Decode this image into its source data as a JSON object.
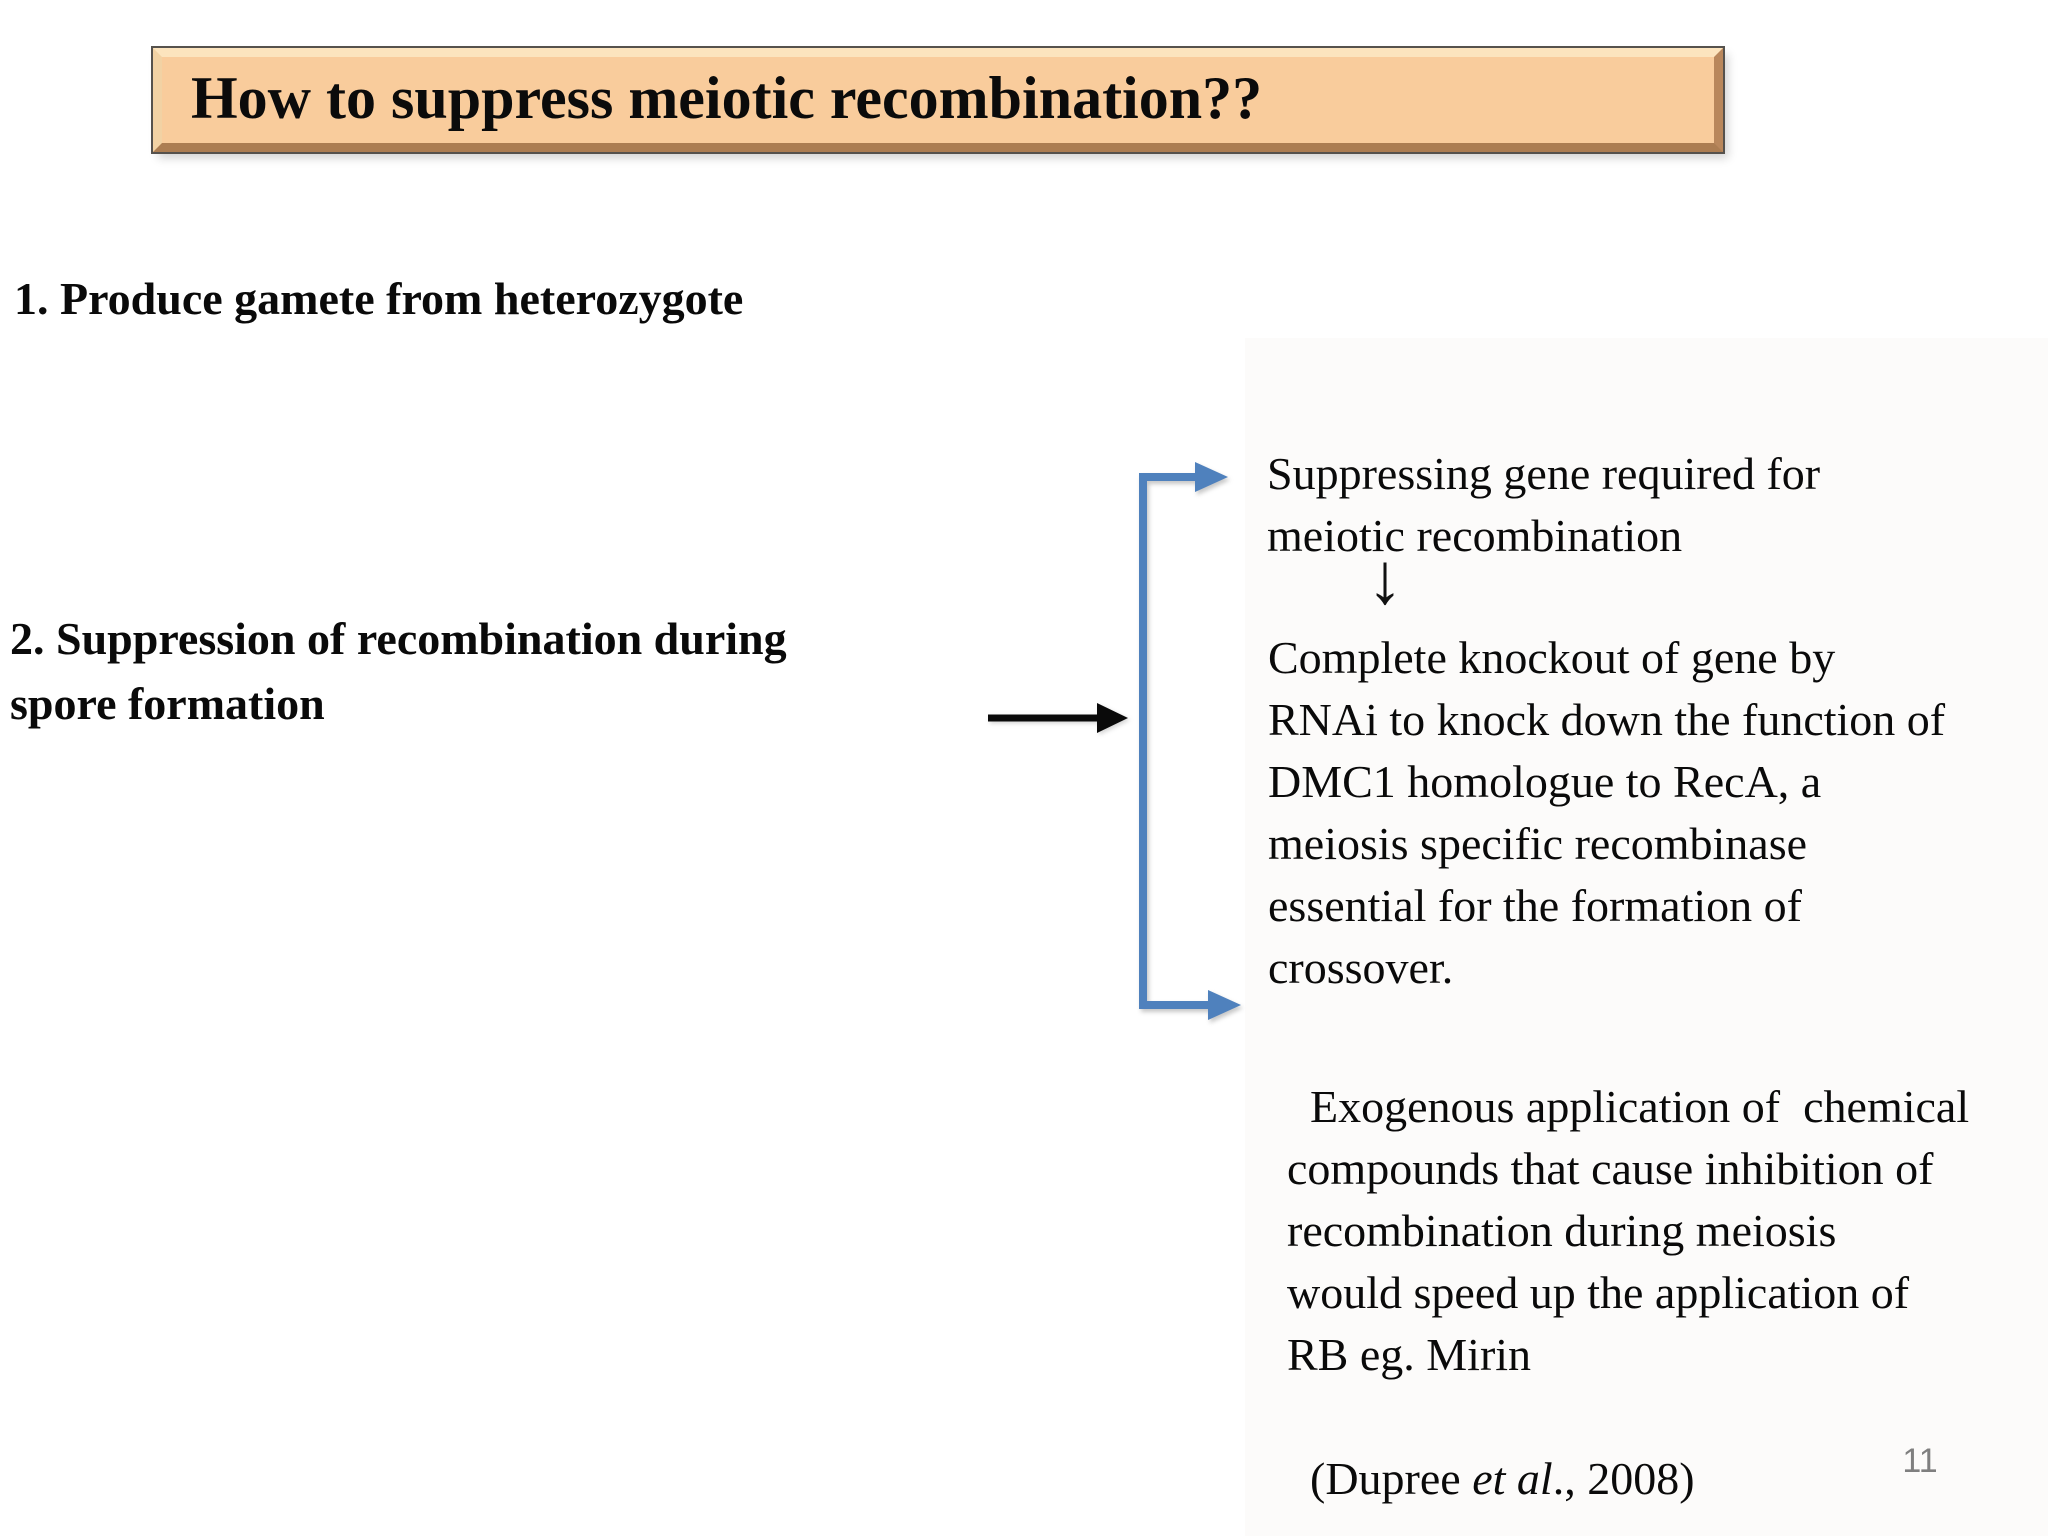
{
  "slide": {
    "title": "How to suppress meiotic recombination??",
    "page_number": "11",
    "items": {
      "item1": "1. Produce gamete from heterozygote",
      "item2_lines": [
        "2. Suppression of recombination during",
        "spore formation"
      ]
    },
    "right_column": {
      "gene_suppression_lines": [
        "Suppressing gene required for",
        "meiotic recombination"
      ],
      "down_arrow_glyph": "↓",
      "knockout_lines": [
        "Complete knockout of gene by",
        "RNAi to knock down the function of",
        "DMC1 homologue to RecA, a",
        "meiosis specific recombinase",
        "essential for the formation of",
        "crossover."
      ],
      "exogenous_lines": [
        "Exogenous application of  chemical",
        "compounds that cause inhibition of",
        "recombination during meiosis",
        "would speed up the application of",
        "RB eg. Mirin"
      ],
      "citation_prefix": "(Dupree ",
      "citation_italic": "et al",
      "citation_suffix": "., 2008)"
    },
    "colors": {
      "title_fill": "#F9CC9C",
      "title_bevel_light": "#FCE4BE",
      "title_bevel_dark": "#AC7D52",
      "title_outline": "#56524D",
      "arrow_blue": "#4F81BD",
      "text_black": "#0A0A0A",
      "page_number_gray": "#7F7F7F"
    }
  }
}
